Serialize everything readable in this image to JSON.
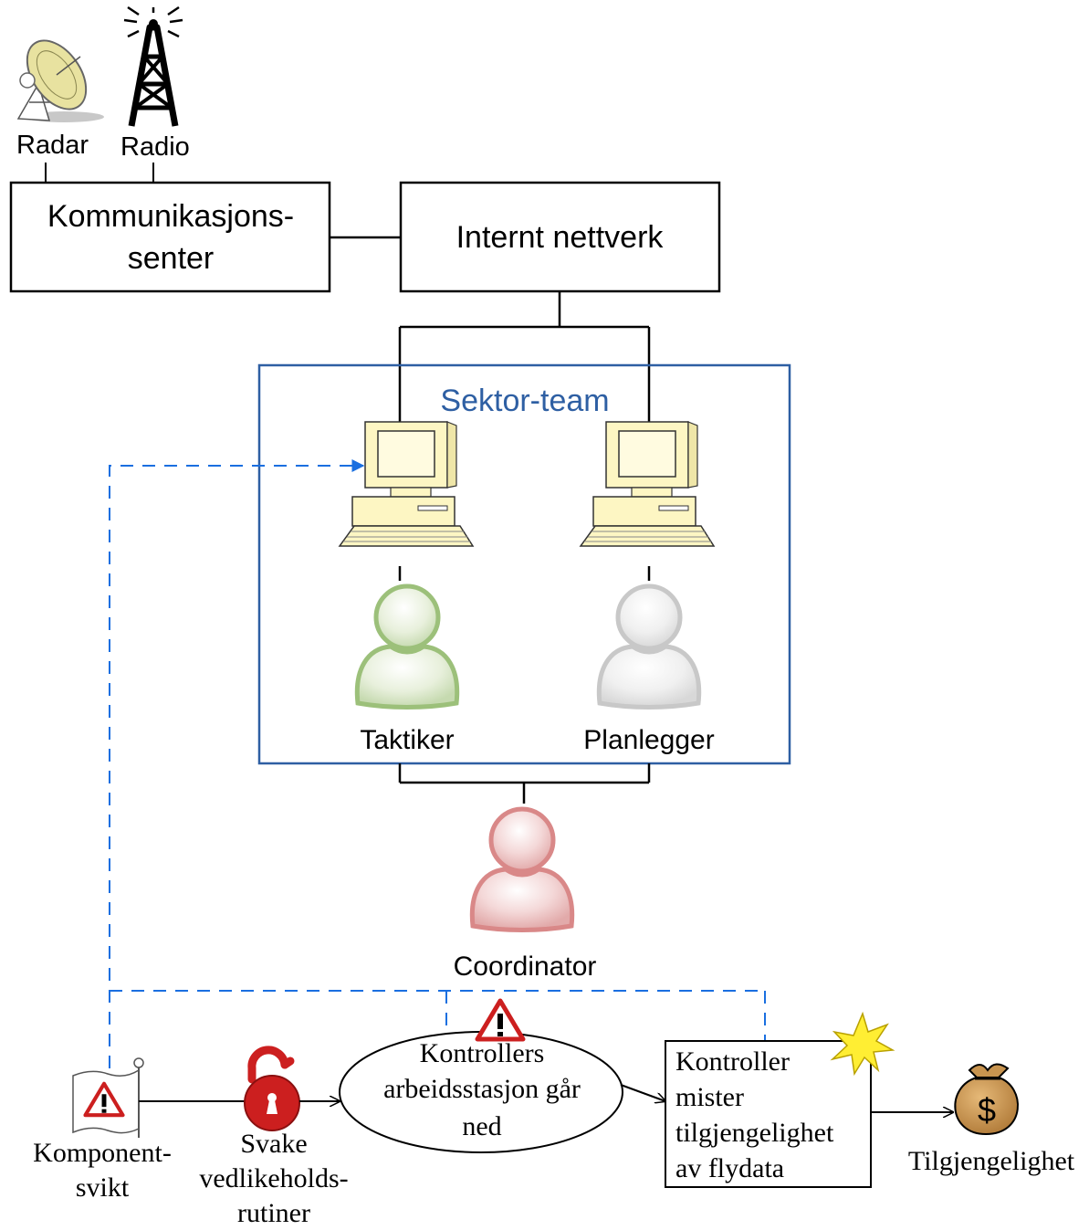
{
  "colors": {
    "accent_blue": "#2e5fa3",
    "dashed_blue": "#1a6fe0",
    "pale_yellow": "#fdf6c3",
    "person_green": "#9cc07a",
    "person_grey": "#c8c8c8",
    "person_red": "#d98888",
    "threat_red": "#cc1f1f",
    "bag_brown": "#c8944f",
    "star_yellow": "#ffee33"
  },
  "icons": {
    "radar": "satellite-dish-icon",
    "radio": "radio-tower-icon",
    "computer": "desktop-computer-icon",
    "person": "person-icon",
    "warning": "warning-triangle-icon",
    "flag": "flag-icon",
    "lock": "open-padlock-icon",
    "explosion": "explosion-star-icon",
    "money": "money-bag-icon"
  },
  "labels": {
    "radar": "Radar",
    "radio": "Radio",
    "comm_center_line1": "Kommunikasjons-",
    "comm_center_line2": "senter",
    "internal_network": "Internt nettverk",
    "sector_team": "Sektor-team",
    "tactician": "Taktiker",
    "planner": "Planlegger",
    "coordinator": "Coordinator"
  },
  "risk": {
    "threat_source_line1": "Komponent-",
    "threat_source_line2": "svikt",
    "vulnerability_line1": "Svake",
    "vulnerability_line2": "vedlikeholds-",
    "vulnerability_line3": "rutiner",
    "threat_scenario_line1": "Kontrollers",
    "threat_scenario_line2": "arbeidsstasjon går",
    "threat_scenario_line3": "ned",
    "unwanted_incident_line1": "Kontroller",
    "unwanted_incident_line2": "mister",
    "unwanted_incident_line3": "tilgjengelighet",
    "unwanted_incident_line4": "av flydata",
    "asset": "Tilgjengelighet",
    "dollar": "$"
  }
}
